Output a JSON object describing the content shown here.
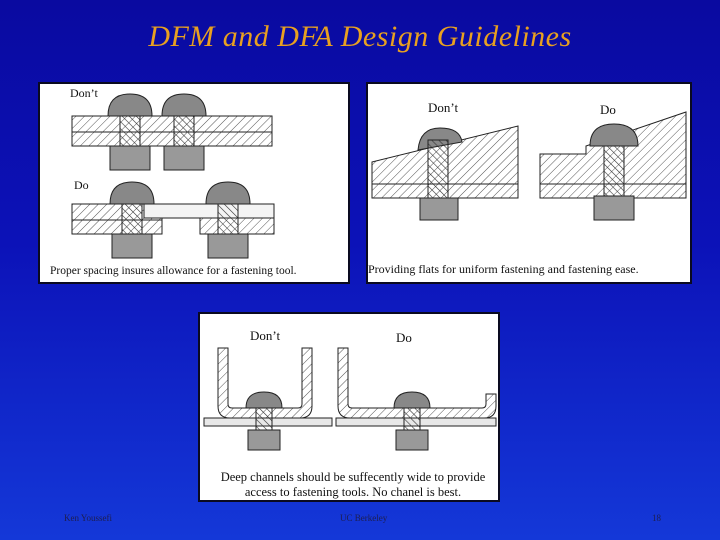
{
  "slide": {
    "title": "DFM and DFA Design Guidelines"
  },
  "panels": {
    "spacing": {
      "dont_label": "Don’t",
      "do_label": "Do",
      "caption": "Proper spacing insures allowance for a fastening tool."
    },
    "flats": {
      "dont_label": "Don’t",
      "do_label": "Do",
      "caption": "Providing flats for uniform fastening and fastening ease."
    },
    "channels": {
      "dont_label": "Don’t",
      "do_label": "Do",
      "caption": "Deep channels should be suffecently wide to provide access to fastening tools. No chanel is best."
    }
  },
  "footer": {
    "left": "Ken Youssefi",
    "center": "UC Berkeley",
    "page": "18"
  },
  "colors": {
    "title": "#e8a020",
    "background": "#0c12b8"
  }
}
